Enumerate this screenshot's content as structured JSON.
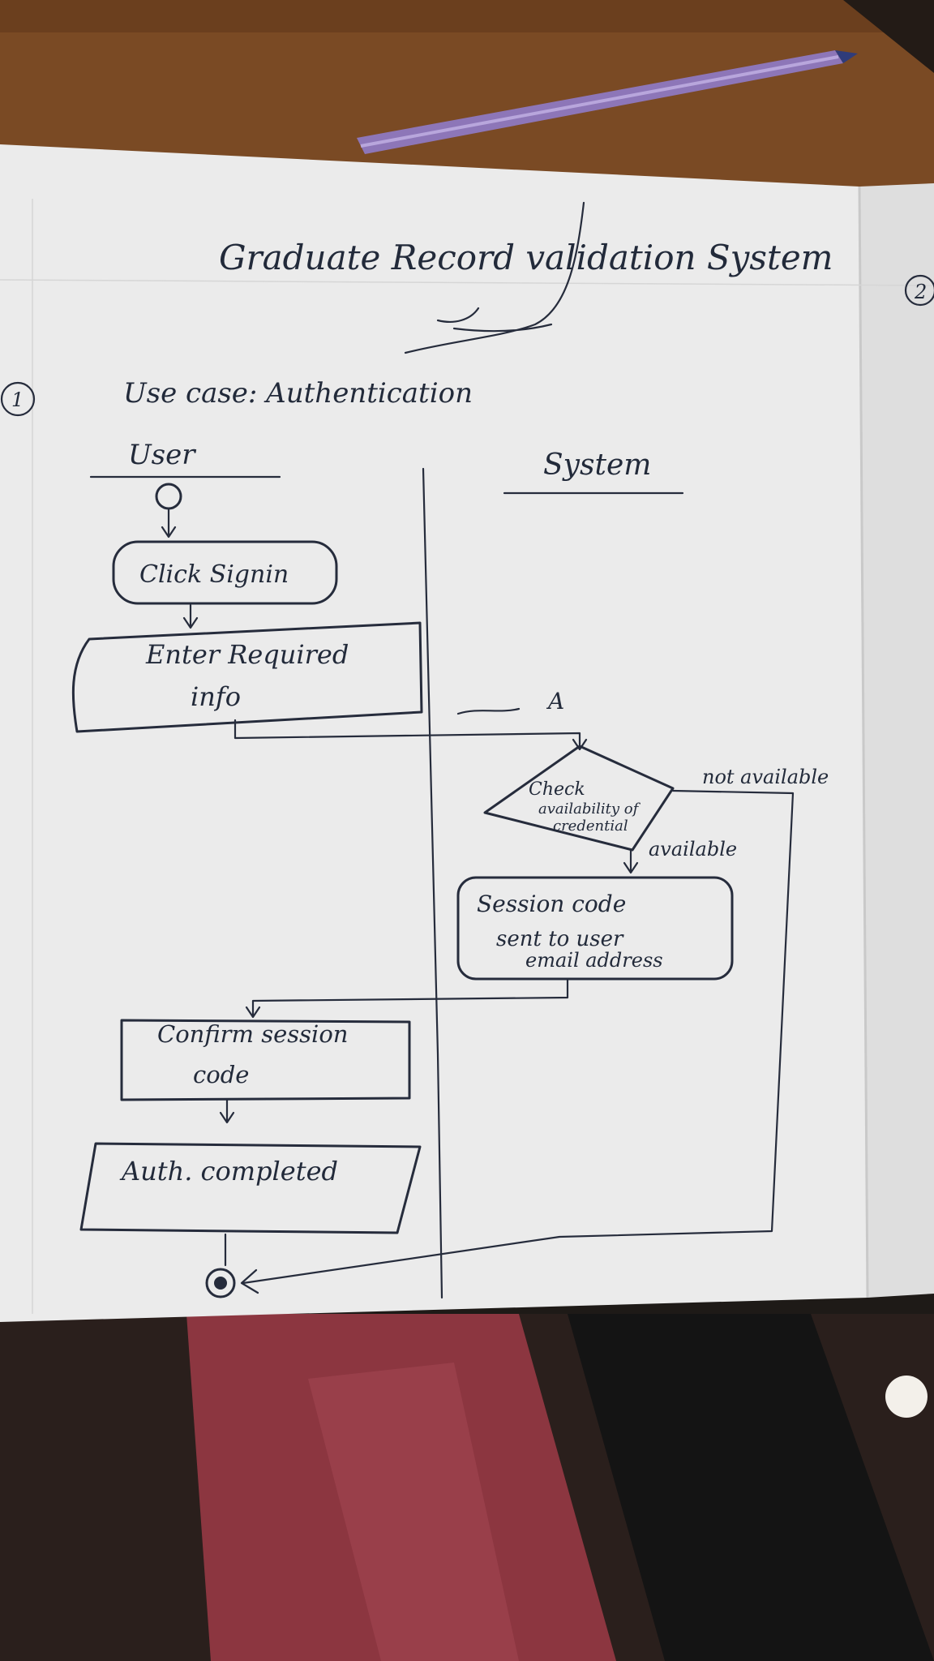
{
  "page_number": "2",
  "section_number": "1",
  "title": "Graduate Record validation System",
  "subtitle": "Use case: Authentication",
  "lanes": {
    "left": "User",
    "right": "System"
  },
  "nodes": {
    "click_signin": "Click Signin",
    "enter_info_line1": "Enter Required",
    "enter_info_line2": "info",
    "check_line1": "Check",
    "check_line2": "availability of",
    "check_line3": "credential",
    "session_line1": "Session code",
    "session_line2": "sent to user",
    "session_line3": "email address",
    "confirm_line1": "Confirm session",
    "confirm_line2": "code",
    "auth_completed": "Auth. completed"
  },
  "labels": {
    "connector": "A",
    "not_available": "not available",
    "available": "available"
  },
  "colors": {
    "paper": "#ebebeb",
    "ink": "#262c3c",
    "desk": "#7a4a24",
    "pencil": "#8d76b8",
    "cloth": "#8c3640"
  }
}
